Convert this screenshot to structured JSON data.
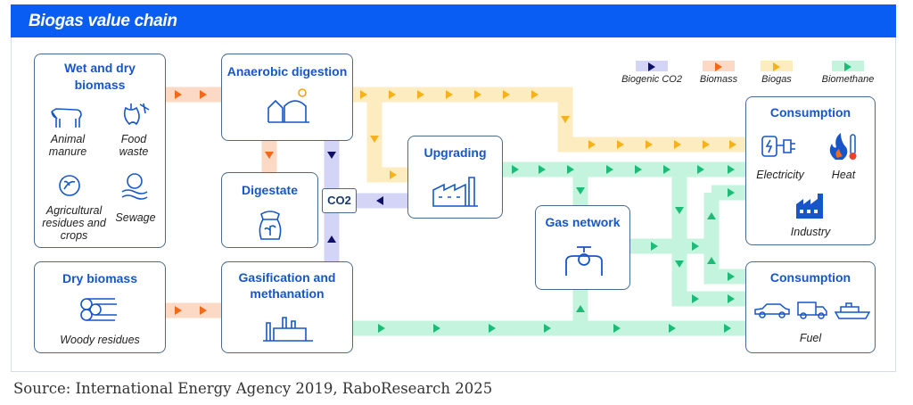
{
  "header": {
    "title": "Biogas value chain"
  },
  "legend": [
    {
      "label": "Biogenic CO2",
      "band": "#d4d4f7",
      "arrow": "#10106a"
    },
    {
      "label": "Biomass",
      "band": "#fcd9c4",
      "arrow": "#f2691a"
    },
    {
      "label": "Biogas",
      "band": "#fdecc0",
      "arrow": "#f6b21c"
    },
    {
      "label": "Biomethane",
      "band": "#c4f3de",
      "arrow": "#1dbb78"
    }
  ],
  "boxes": {
    "wet_dry": {
      "title": "Wet and dry biomass",
      "items": [
        "Animal manure",
        "Food waste",
        "Agricultural residues and crops",
        "Sewage"
      ]
    },
    "dry": {
      "title": "Dry biomass",
      "items": [
        "Woody residues"
      ]
    },
    "anaerobic": {
      "title": "Anaerobic digestion"
    },
    "digestate": {
      "title": "Digestate"
    },
    "gasification": {
      "title": "Gasification and methanation"
    },
    "co2": {
      "title": "CO2"
    },
    "upgrading": {
      "title": "Upgrading"
    },
    "gas_network": {
      "title": "Gas network"
    },
    "consumption1": {
      "title": "Consumption",
      "items": [
        "Electricity",
        "Heat",
        "Industry"
      ]
    },
    "consumption2": {
      "title": "Consumption",
      "items": [
        "Fuel"
      ]
    }
  },
  "source": "Source: International Energy Agency 2019, RaboResearch 2025"
}
